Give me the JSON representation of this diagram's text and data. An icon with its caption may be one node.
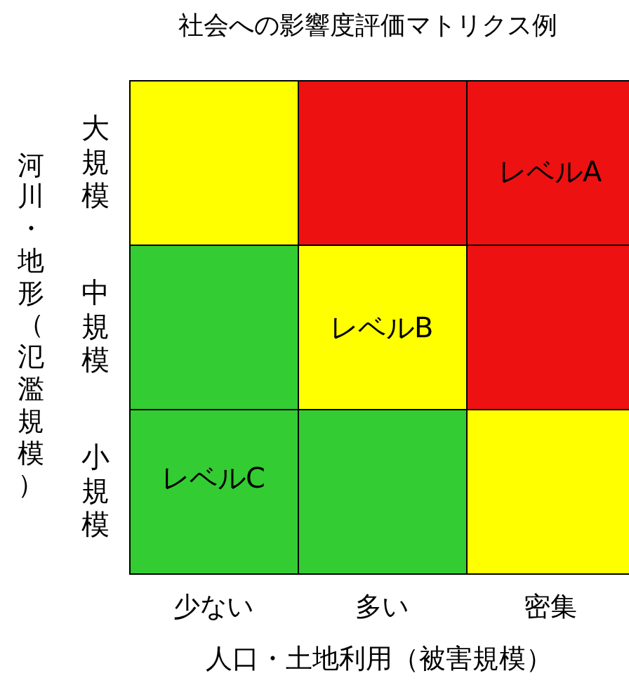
{
  "diagram": {
    "title": "社会への影響度評価マトリクス例",
    "labels": [
      "河川・地形（氾濫規模）",
      "大規模",
      "レベルA",
      "中規模",
      "レベルB",
      "小規模",
      "レベルC",
      "少ない",
      "多い",
      "密集",
      "人口・土地利用（被害規模）"
    ]
  }
}
